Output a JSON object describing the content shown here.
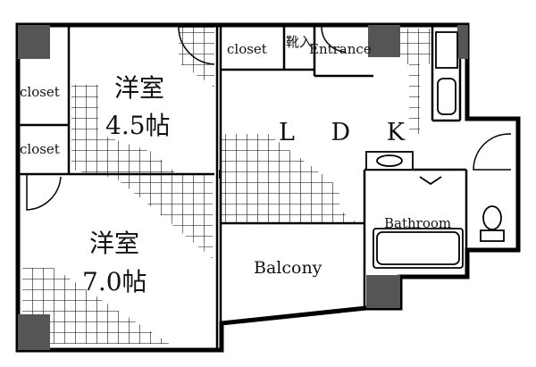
{
  "rooms": {
    "western_small": {
      "name": "洋室",
      "size": "4.5帖"
    },
    "western_large": {
      "name": "洋室",
      "size": "7.0帖"
    },
    "ldk": "L D K",
    "balcony": "Balcony",
    "bathroom": "Bathroom",
    "entrance": "Entrance",
    "shoe_storage": "靴入",
    "closet_top": "closet",
    "closet_left_1": "closet",
    "closet_left_2": "closet",
    "closet_ldk": "closet"
  },
  "colors": {
    "wall": "#000000",
    "pillar": "#555555",
    "floor_grid": "#000000",
    "background": "#ffffff"
  }
}
